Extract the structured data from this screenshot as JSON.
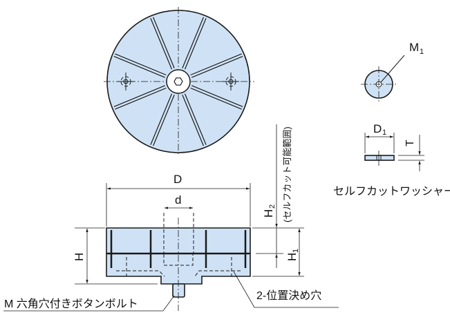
{
  "labels": {
    "D": "D",
    "d": "d",
    "H": "H",
    "H1": "H",
    "H1_sub": "1",
    "H2": "H",
    "H2_sub": "2",
    "M1": "M",
    "M1_sub": "1",
    "D1": "D",
    "D1_sub": "1",
    "T": "T",
    "self_cut_range": "(セルフカット可能範囲)",
    "washer_caption": "セルフカットワッシャー",
    "bolt_callout": "M 六角穴付きボタンボルト",
    "hole_callout": "2-位置決め穴"
  },
  "colors": {
    "fill": "#cfe2f5",
    "line": "#1a1a1a"
  }
}
